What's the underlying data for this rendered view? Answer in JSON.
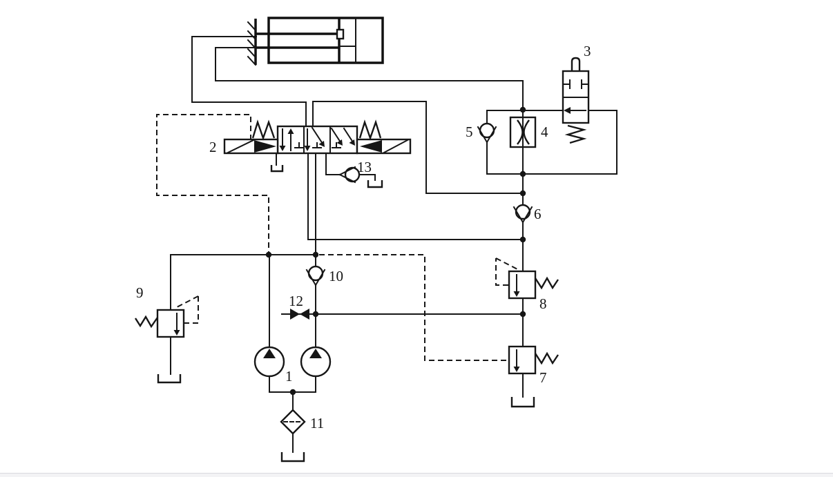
{
  "page": {
    "background": "#ffffff",
    "bottom_bar_color": "#f3f3f5",
    "line_color": "#161616"
  },
  "diagram": {
    "type": "hydraulic-circuit-schematic",
    "labels": {
      "c1": "1",
      "c2": "2",
      "c3": "3",
      "c4": "4",
      "c5": "5",
      "c6": "6",
      "c7": "7",
      "c8": "8",
      "c9": "9",
      "c10": "10",
      "c11": "11",
      "c12": "12",
      "c13": "13"
    },
    "components": [
      {
        "label": "1",
        "name": "dual-fixed-displacement-pump"
      },
      {
        "label": "2",
        "name": "three-position-directional-valve"
      },
      {
        "label": "3",
        "name": "plunger-operated-two-way-valve"
      },
      {
        "label": "4",
        "name": "flow-control-throttle-valve"
      },
      {
        "label": "5",
        "name": "check-valve"
      },
      {
        "label": "6",
        "name": "check-valve"
      },
      {
        "label": "7",
        "name": "pilot-relief-valve"
      },
      {
        "label": "8",
        "name": "pilot-sequence-valve"
      },
      {
        "label": "9",
        "name": "pilot-relief-valve"
      },
      {
        "label": "10",
        "name": "check-valve"
      },
      {
        "label": "11",
        "name": "filter"
      },
      {
        "label": "12",
        "name": "shut-off-valve"
      },
      {
        "label": "13",
        "name": "check-valve-to-tank"
      }
    ]
  }
}
